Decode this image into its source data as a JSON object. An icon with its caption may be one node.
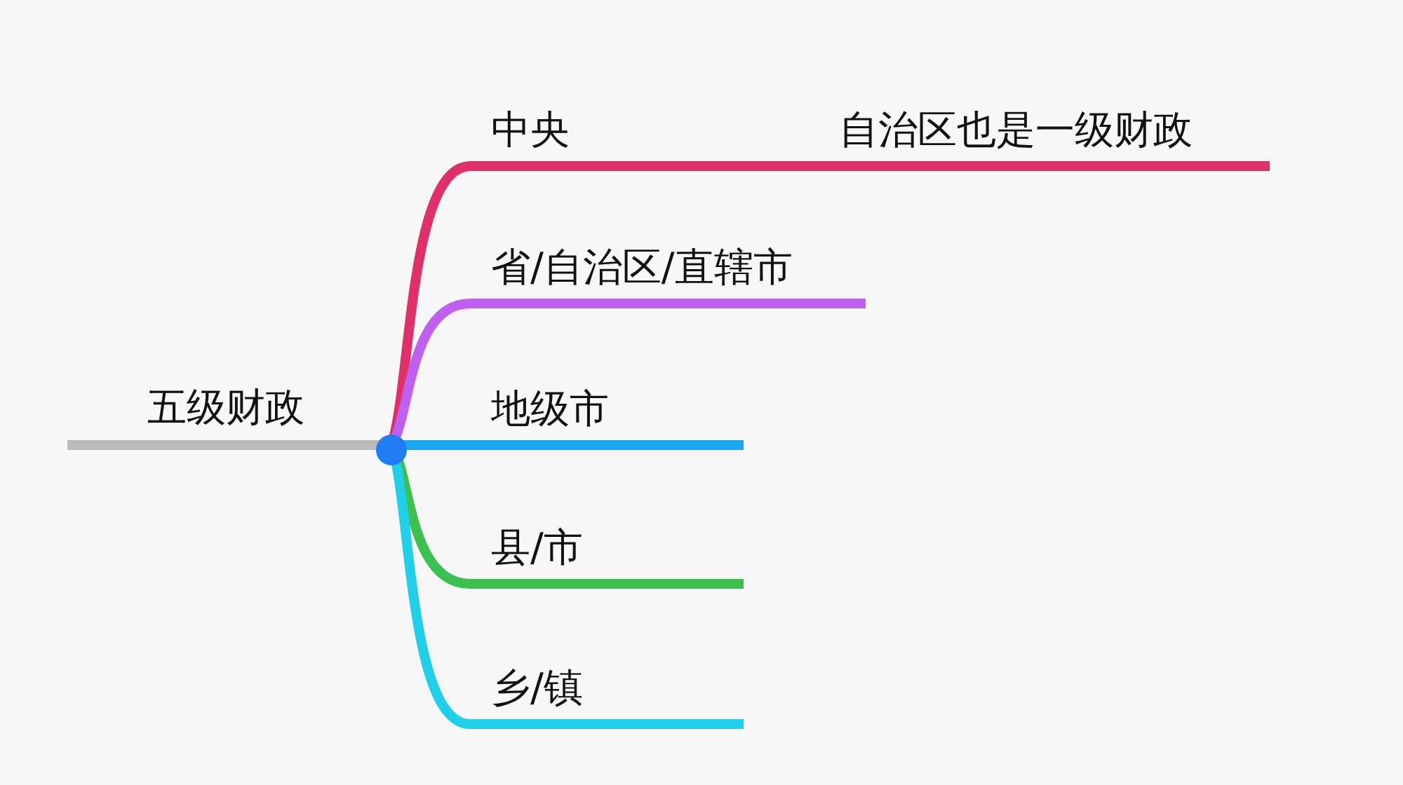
{
  "diagram": {
    "nodes": [
      {
        "text": [
          "五级财政"
        ]
      },
      {
        "text": [
          "中央"
        ]
      },
      {
        "text": [
          "自治区也是一级财政"
        ]
      },
      {
        "text": [
          "省/自治区/直辖市"
        ]
      },
      {
        "text": [
          "地级市"
        ]
      },
      {
        "text": [
          "县/市"
        ]
      },
      {
        "text": [
          "乡/镇"
        ]
      }
    ],
    "edges": [
      {
        "from": 0,
        "to": 1,
        "arrow": "none",
        "color": "#e0306a"
      },
      {
        "from": 1,
        "to": 2,
        "arrow": "none",
        "color": "#e0306a"
      },
      {
        "from": 0,
        "to": 3,
        "arrow": "none",
        "color": "#c060f0"
      },
      {
        "from": 0,
        "to": 4,
        "arrow": "none",
        "color": "#1aa8f0"
      },
      {
        "from": 0,
        "to": 5,
        "arrow": "none",
        "color": "#3cc050"
      },
      {
        "from": 0,
        "to": 6,
        "arrow": "none",
        "color": "#20d0e8"
      }
    ]
  }
}
